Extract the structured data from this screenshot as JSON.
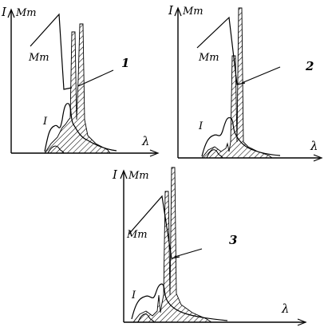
{
  "panels": [
    {
      "number": "1",
      "y_axis_label": "I",
      "y_unit_label": "Мm",
      "x_axis_label": "λ",
      "curve_mm_label": "Мm",
      "curve_i_label": "I"
    },
    {
      "number": "2",
      "y_axis_label": "I",
      "y_unit_label": "Мm",
      "x_axis_label": "λ",
      "curve_mm_label": "Мm",
      "curve_i_label": "I"
    },
    {
      "number": "3",
      "y_axis_label": "I",
      "y_unit_label": "Мm",
      "x_axis_label": "λ",
      "curve_mm_label": "Мm",
      "curve_i_label": "I"
    }
  ]
}
